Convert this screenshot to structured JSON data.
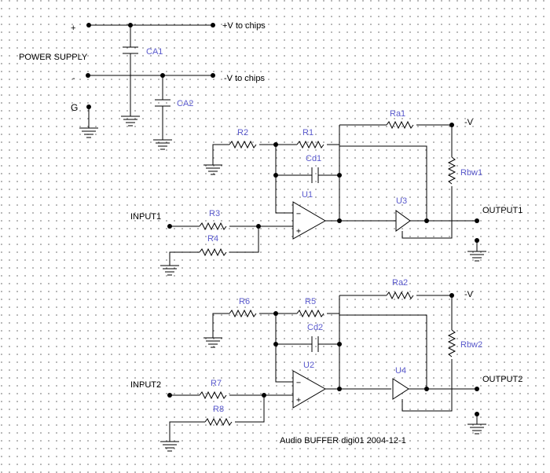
{
  "diagram": {
    "power_section": {
      "title": "POWER SUPPLY",
      "plus_symbol": "+",
      "minus_symbol": "-",
      "ground_symbol": "G",
      "pos_rail_label": "+V to chips",
      "neg_rail_label": "-V to chips",
      "cap1": "CA1",
      "cap2": "CA2"
    },
    "channel1": {
      "input_label": "INPUT1",
      "output_label": "OUTPUT1",
      "supply_label": "-V",
      "r_ground": "R2",
      "r_feedback": "R1",
      "r_input": "R3",
      "r_input_gnd": "R4",
      "cap": "Cd1",
      "opamp": "U1",
      "buffer": "U3",
      "r_bias": "Ra1",
      "r_bw": "Rbw1"
    },
    "channel2": {
      "input_label": "INPUT2",
      "output_label": "OUTPUT2",
      "supply_label": "-V",
      "r_ground": "R6",
      "r_feedback": "R5",
      "r_input": "R7",
      "r_input_gnd": "R8",
      "cap": "Cd2",
      "opamp": "U2",
      "buffer": "U4",
      "r_bias": "Ra2",
      "r_bw": "Rbw2"
    },
    "footer": "Audio BUFFER digi01 2004-12-1",
    "colors": {
      "wire": "#000000",
      "designator": "#5a5acd",
      "grid_dot": "#7a7a7a"
    }
  }
}
